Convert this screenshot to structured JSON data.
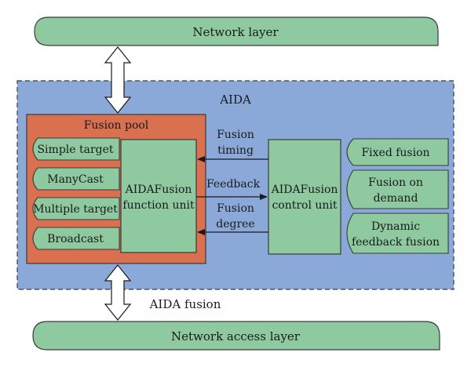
{
  "layers": {
    "top": "Network layer",
    "bottom": "Network access layer"
  },
  "aida": {
    "title": "AIDA",
    "fusion_label": "AIDA fusion"
  },
  "fusion_pool": {
    "title": "Fusion pool",
    "items": [
      "Simple target",
      "ManyCast",
      "Multiple target",
      "Broadcast"
    ]
  },
  "function_unit": {
    "line1": "AIDAFusion",
    "line2": "function unit"
  },
  "control_unit": {
    "line1": "AIDAFusion",
    "line2": "control unit"
  },
  "arrows": {
    "timing": [
      "Fusion",
      "timing"
    ],
    "feedback": "Feedback",
    "degree": [
      "Fusion",
      "degree"
    ]
  },
  "modes": [
    [
      "Fixed fusion"
    ],
    [
      "Fusion on",
      "demand"
    ],
    [
      "Dynamic",
      "feedback fusion"
    ]
  ],
  "colors": {
    "green": "#8ec9a0",
    "blue": "#8aa9d9",
    "orange": "#d9704f",
    "stroke": "#3a3a3a"
  }
}
